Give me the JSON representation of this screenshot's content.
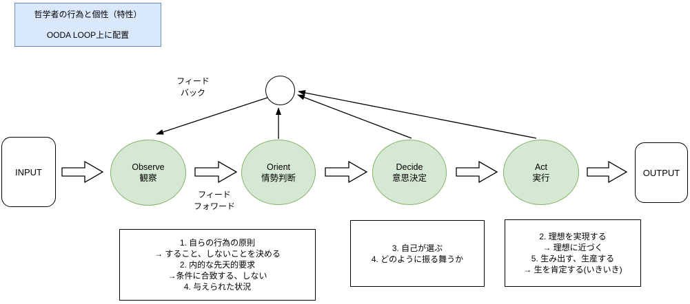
{
  "title_box": {
    "lines": [
      "哲学者の行為と個性（特性）",
      "OODA LOOP上に配置"
    ]
  },
  "labels": {
    "feedback": {
      "lines": [
        "フィード",
        "バック"
      ]
    },
    "feedforward": {
      "lines": [
        "フィード",
        "フォワード"
      ]
    }
  },
  "flow": {
    "input": "INPUT",
    "output": "OUTPUT",
    "steps": [
      {
        "en": "Observe",
        "ja": "観察"
      },
      {
        "en": "Orient",
        "ja": "情勢判断"
      },
      {
        "en": "Decide",
        "ja": "意思決定"
      },
      {
        "en": "Act",
        "ja": "実行"
      }
    ]
  },
  "notes": [
    {
      "lines": [
        "1. 自らの行為の原則",
        "→ すること、しないことを決める",
        "2. 内的な先天的要求",
        "→条件に合致する、しない",
        "4. 与えられた状況"
      ]
    },
    {
      "lines": [
        "3. 自己が選ぶ",
        "4. どのように振る舞うか"
      ]
    },
    {
      "lines": [
        "2. 理想を実現する",
        "→ 理想に近づく",
        "5. 生み出す、生産する",
        "→ 生を肯定する(いきいき)"
      ]
    }
  ],
  "colors": {
    "title_fill": "#dae8fc",
    "title_border": "#6c8ebf",
    "node_fill": "#d5e8d4",
    "node_border": "#82b366",
    "line": "#000000",
    "background": "#ffffff"
  }
}
